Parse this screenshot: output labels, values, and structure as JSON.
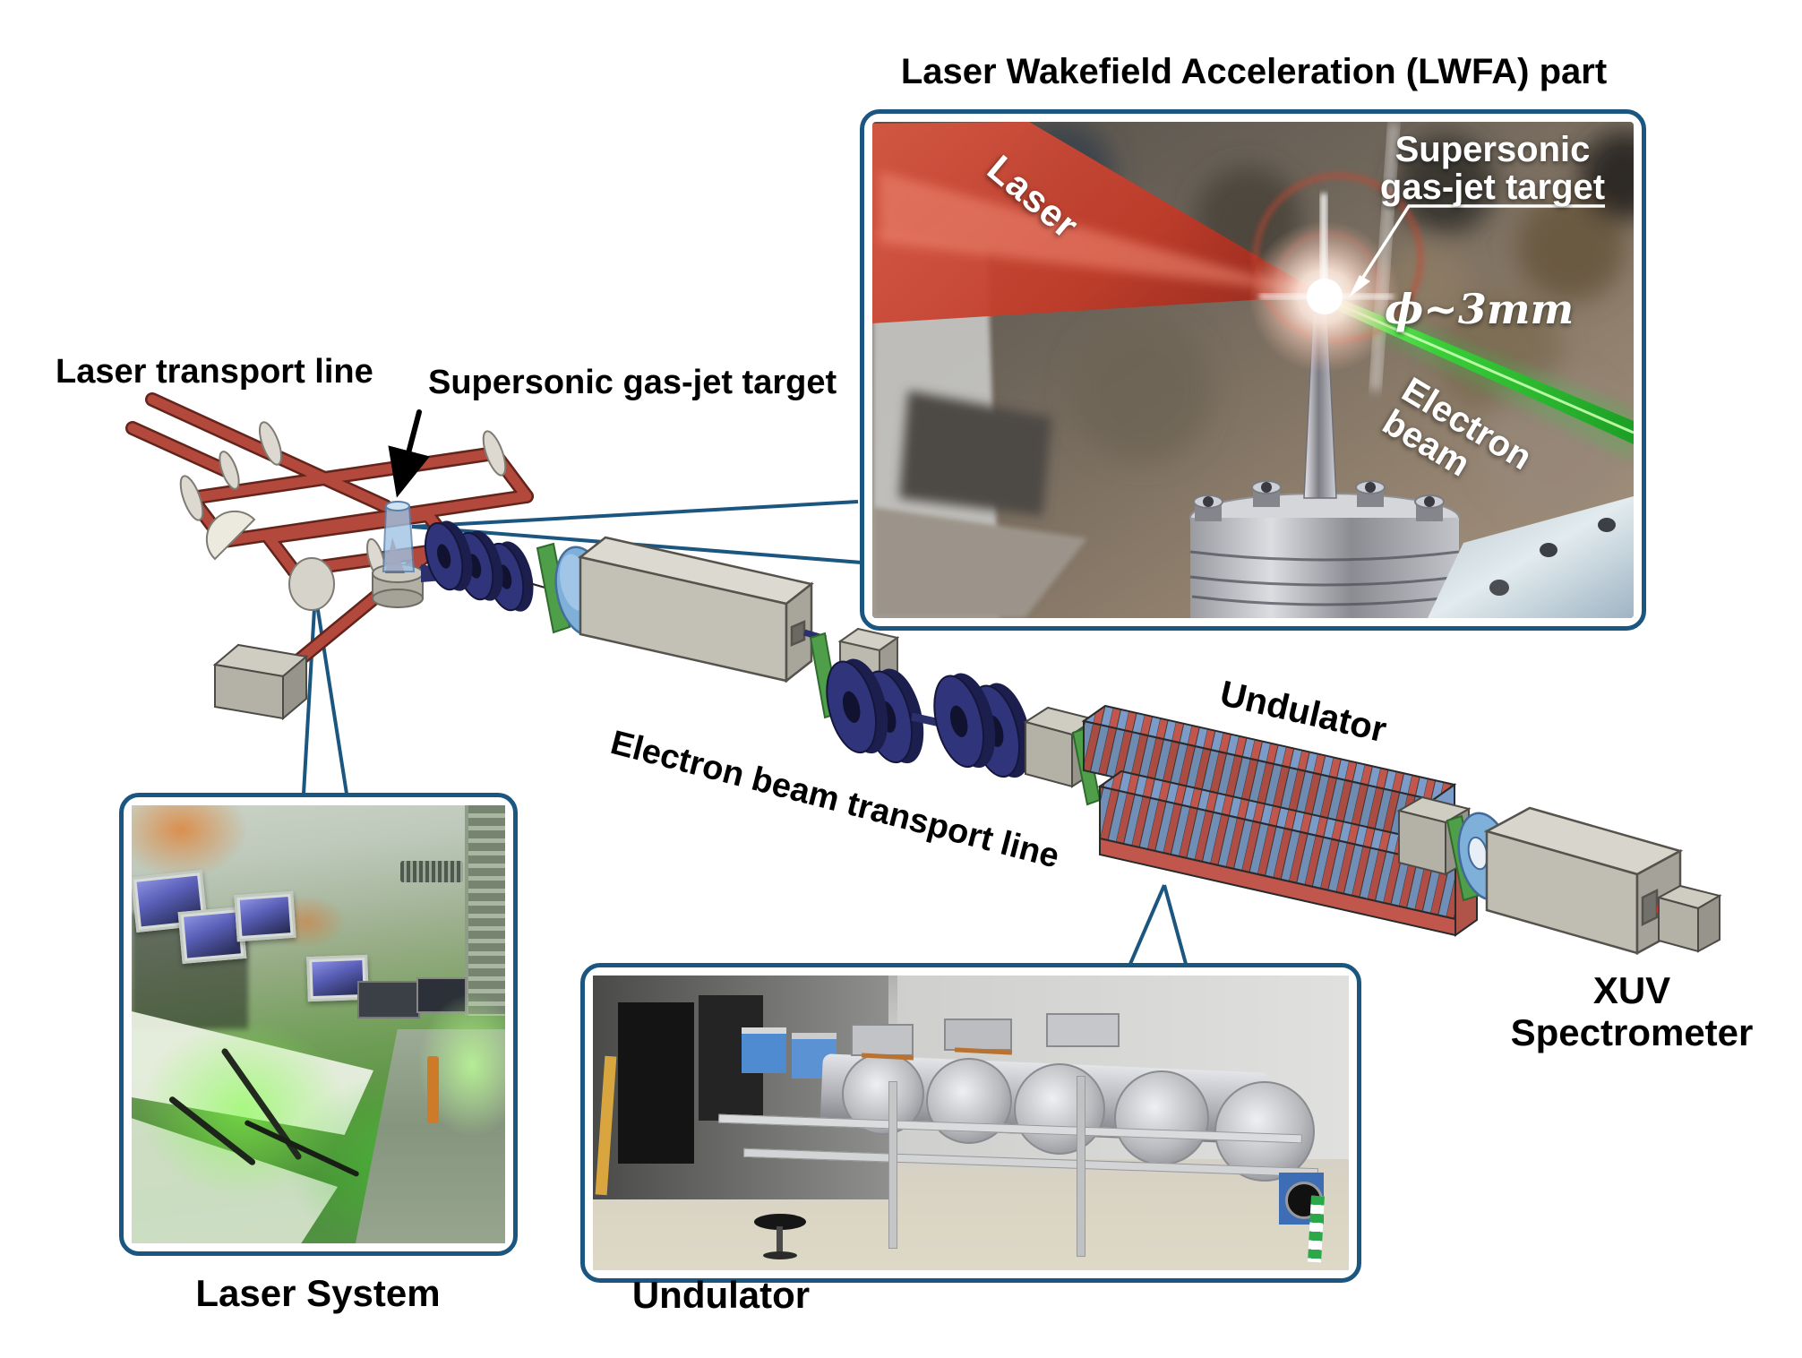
{
  "title": "Laser Wakefield Acceleration (LWFA) part",
  "schematic_labels": {
    "laser_transport": "Laser transport line",
    "gas_jet_target": "Supersonic gas-jet target",
    "ebeam_transport": "Electron beam transport line",
    "undulator": "Undulator",
    "xuv_line1": "XUV",
    "xuv_line2": "Spectrometer"
  },
  "lwfa_inset": {
    "laser": "Laser",
    "target_line1": "Supersonic",
    "target_line2": "gas-jet target",
    "diameter": "ϕ~3mm",
    "ebeam_line1": "Electron",
    "ebeam_line2": "beam"
  },
  "captions": {
    "laser_system": "Laser System",
    "undulator": "Undulator"
  },
  "colors": {
    "callout_blue": "#1a567f",
    "laser_tube_red": "#b3493c",
    "magnet_navy": "#2b2f6b",
    "plate_green": "#4f9e49",
    "lens_blue": "#7fb0d9",
    "undulator_red": "#c0564c",
    "undulator_blue": "#7b9cc8",
    "laser_cone_red": "#d94f3d",
    "electron_beam_green": "#2ecc40"
  }
}
